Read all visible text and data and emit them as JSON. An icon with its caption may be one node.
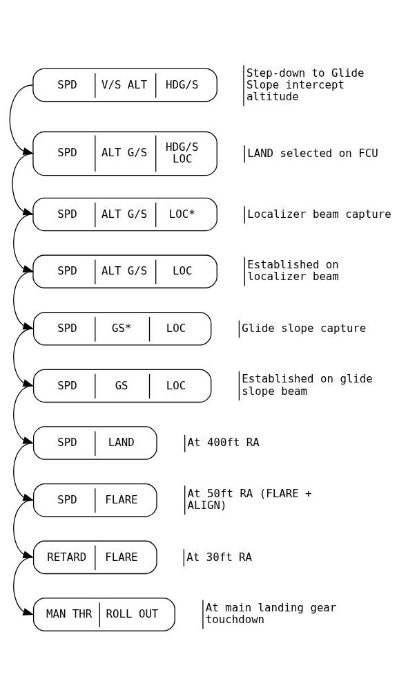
{
  "diagram": {
    "nodes": [
      {
        "text": [
          "SPD",
          "V/S ALT",
          "HDG/S"
        ],
        "beside": [
          "Step-down to Glide Slope intercept altitude"
        ]
      },
      {
        "text": [
          "SPD",
          "ALT G/S",
          "HDG/S LOC"
        ],
        "beside": [
          "LAND selected on FCU"
        ]
      },
      {
        "text": [
          "SPD",
          "ALT G/S",
          "LOC*"
        ],
        "beside": [
          "Localizer beam capture"
        ]
      },
      {
        "text": [
          "SPD",
          "ALT G/S",
          "LOC"
        ],
        "beside": [
          "Established on localizer beam"
        ]
      },
      {
        "text": [
          "SPD",
          "GS*",
          "LOC"
        ],
        "beside": [
          "Glide slope capture"
        ]
      },
      {
        "text": [
          "SPD",
          "GS",
          "LOC"
        ],
        "beside": [
          "Established on glide slope beam"
        ]
      },
      {
        "text": [
          "SPD",
          "LAND"
        ],
        "beside": [
          "At 400ft RA"
        ]
      },
      {
        "text": [
          "SPD",
          "FLARE"
        ],
        "beside": [
          "At 50ft RA (FLARE + ALIGN)"
        ]
      },
      {
        "text": [
          "RETARD",
          "FLARE"
        ],
        "beside": [
          "At 30ft RA"
        ]
      },
      {
        "text": [
          "MAN THR",
          "ROLL OUT"
        ],
        "beside": [
          "At main landing gear touchdown"
        ]
      }
    ],
    "edges": [
      {
        "from": 0,
        "to": 1,
        "arrow": "to"
      },
      {
        "from": 1,
        "to": 2,
        "arrow": "to"
      },
      {
        "from": 2,
        "to": 3,
        "arrow": "to"
      },
      {
        "from": 3,
        "to": 4,
        "arrow": "to"
      },
      {
        "from": 4,
        "to": 5,
        "arrow": "to"
      },
      {
        "from": 5,
        "to": 6,
        "arrow": "to"
      },
      {
        "from": 6,
        "to": 7,
        "arrow": "to"
      },
      {
        "from": 7,
        "to": 8,
        "arrow": "to"
      },
      {
        "from": 8,
        "to": 9,
        "arrow": "to"
      }
    ]
  }
}
